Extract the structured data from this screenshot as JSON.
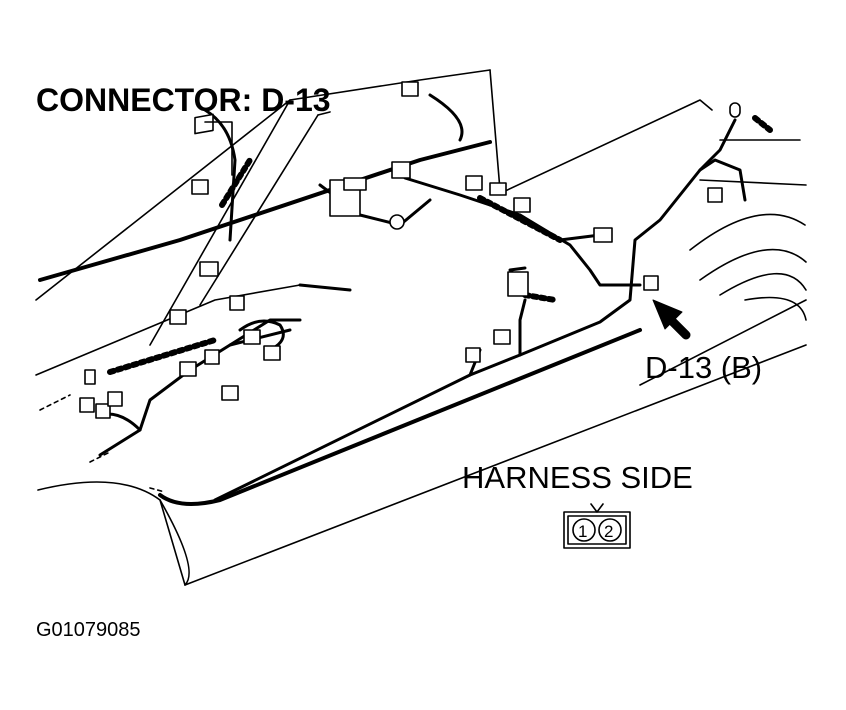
{
  "diagram": {
    "title": "CONNECTOR: D-13",
    "callout_label": "D-13 (B)",
    "harness_side_label": "HARNESS SIDE",
    "figure_id": "G01079085",
    "connector_pins": [
      "1",
      "2"
    ],
    "line_color": "#000000",
    "background_color": "#ffffff"
  }
}
